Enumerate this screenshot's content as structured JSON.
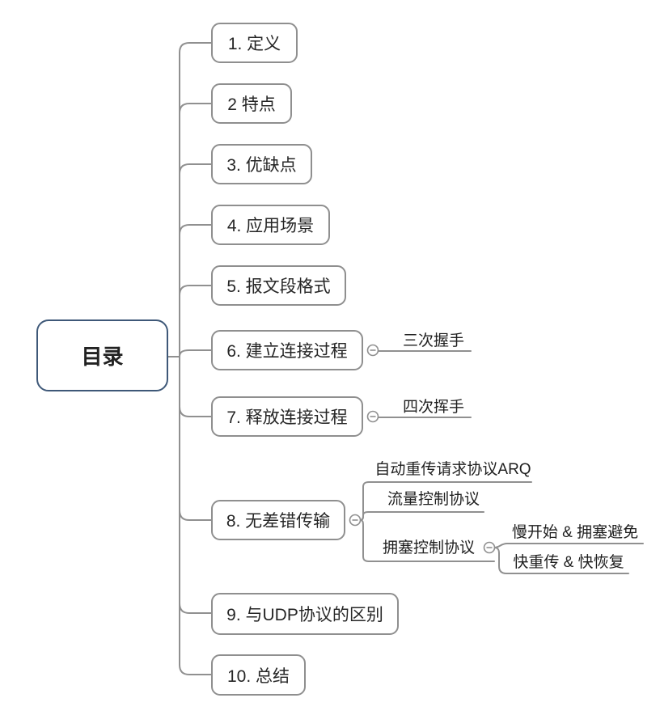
{
  "diagram": {
    "type": "mindmap",
    "root": {
      "label": "目录"
    },
    "main_topics": [
      {
        "label": "1. 定义"
      },
      {
        "label": "2 特点"
      },
      {
        "label": "3. 优缺点"
      },
      {
        "label": "4. 应用场景"
      },
      {
        "label": "5. 报文段格式"
      },
      {
        "label": "6. 建立连接过程",
        "children": [
          {
            "label": "三次握手"
          }
        ]
      },
      {
        "label": "7. 释放连接过程",
        "children": [
          {
            "label": "四次挥手"
          }
        ]
      },
      {
        "label": "8. 无差错传输",
        "children": [
          {
            "label": "自动重传请求协议ARQ"
          },
          {
            "label": "流量控制协议"
          },
          {
            "label": "拥塞控制协议",
            "children": [
              {
                "label": "慢开始 & 拥塞避免"
              },
              {
                "label": "快重传 & 快恢复"
              }
            ]
          }
        ]
      },
      {
        "label": "9. 与UDP协议的区别"
      },
      {
        "label": "10. 总结"
      }
    ],
    "colors": {
      "root_border": "#3e5878",
      "topic_border": "#8f8f8f",
      "connector": "#909090",
      "text": "#262626",
      "background": "#ffffff"
    }
  }
}
